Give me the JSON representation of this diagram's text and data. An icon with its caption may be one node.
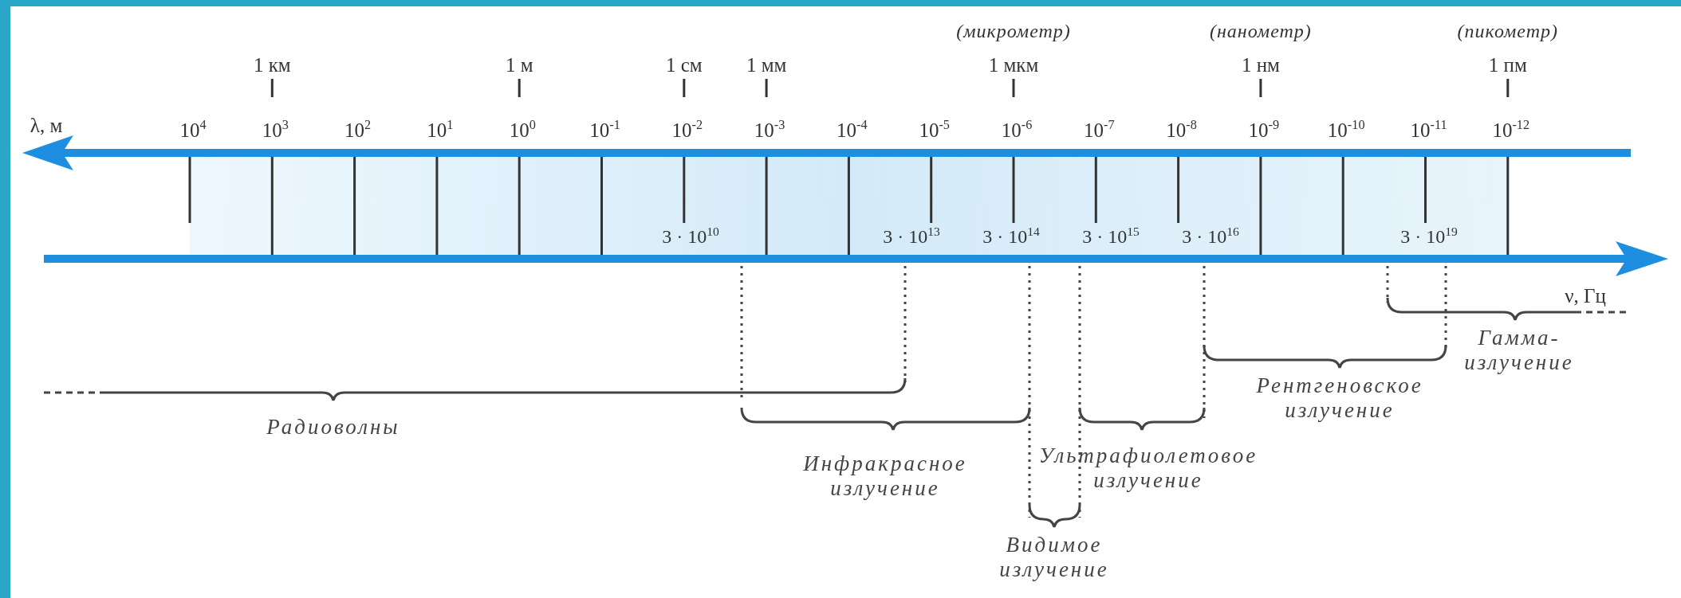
{
  "diagram": {
    "labels": [
      "(микрометр)",
      "(нанометр)",
      "(пикометр)",
      "1 км",
      "1 м",
      "1 см",
      "1 мм",
      "1 мкм",
      "1 нм",
      "1 пм",
      "λ, м",
      "10$^{4}$",
      "10$^{3}$",
      "10$^{2}$",
      "10$^{1}$",
      "10$^{0}$",
      "10$^{-1}$",
      "10$^{-2}$",
      "10$^{-3}$",
      "10$^{-4}$",
      "10$^{-5}$",
      "10$^{-6}$",
      "10$^{-7}$",
      "10$^{-8}$",
      "10$^{-9}$",
      "10$^{-10}$",
      "10$^{-11}$",
      "10$^{-12}$",
      "3 · 10$^{10}$",
      "3 · 10$^{13}$",
      "3 · 10$^{14}$",
      "3 · 10$^{15}$",
      "3 · 10$^{16}$",
      "3 · 10$^{19}$",
      "ν, Гц",
      "Гамма-излучение",
      "Рентгеновское излучение",
      "Радиоволны",
      "Инфракрасное излучение",
      "Ультрафиолетовое излучение",
      "Видимое излучение"
    ]
  }
}
